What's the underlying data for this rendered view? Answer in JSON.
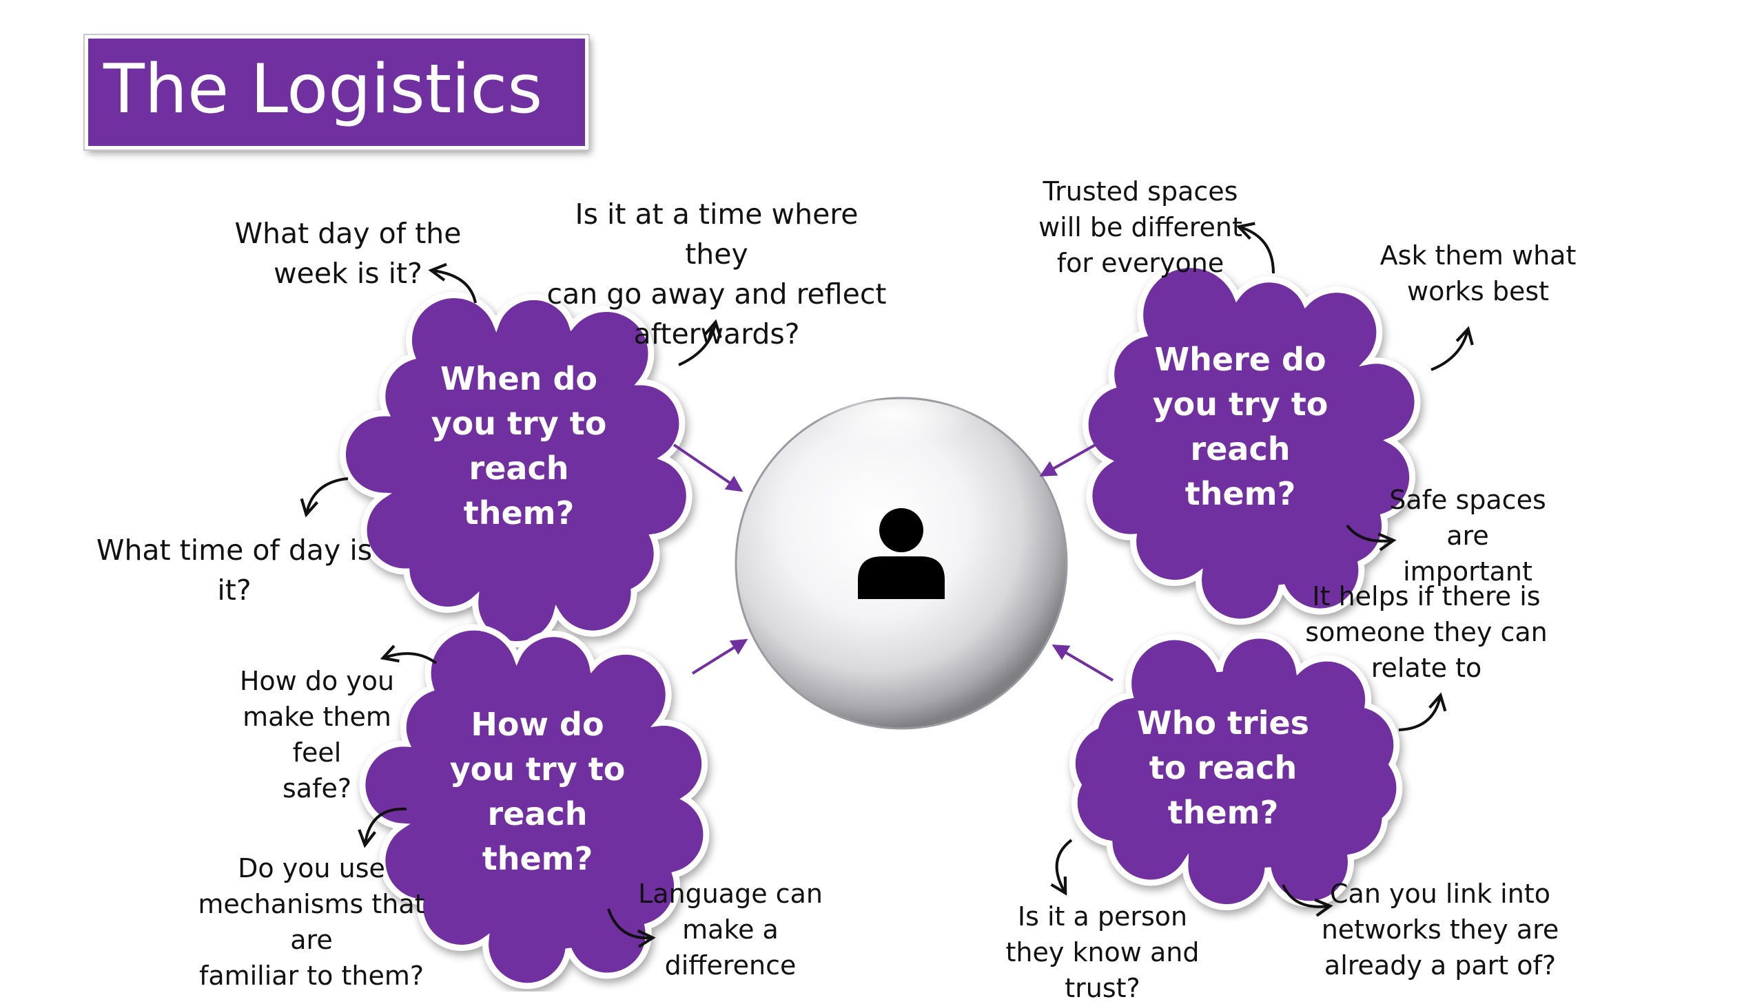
{
  "title": "The Logistics",
  "colors": {
    "accent": "#7030a0",
    "arrow": "#7030a0",
    "text": "#1a1a1a"
  },
  "center": {
    "icon": "person-icon"
  },
  "clouds": {
    "when": "When do\nyou try to\nreach\nthem?",
    "where": "Where do\nyou try to\nreach\nthem?",
    "how": "How do\nyou try to\nreach\nthem?",
    "who": "Who tries\nto reach\nthem?"
  },
  "notes": {
    "day_of_week": "What day of the\nweek is it?",
    "reflect": "Is it at a time where they\ncan go away and reflect\nafterwards?",
    "time_of_day": "What time of day is it?",
    "trusted_spaces": "Trusted spaces\nwill be different\nfor everyone",
    "ask_them": "Ask them what\nworks best",
    "safe_spaces": "Safe spaces are\nimportant",
    "feel_safe": "How do you\nmake them feel\nsafe?",
    "mechanisms": "Do you use\nmechanisms that are\nfamiliar to them?",
    "language": "Language can\nmake a\ndifference",
    "relate": "It helps if there is\nsomeone they can\nrelate to",
    "person_trust": "Is it a person\nthey know and\ntrust?",
    "networks": "Can you link into\nnetworks they are\nalready a part of?"
  }
}
